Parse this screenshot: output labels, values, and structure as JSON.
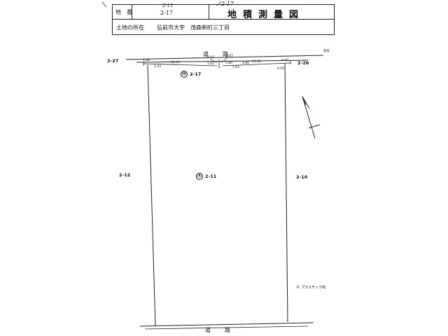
{
  "header": {
    "chiban_label": "地　番",
    "chiban_value": "2-17",
    "chiban_handwritten": "2-11",
    "location_label": "土地の所在",
    "location_value": "弘前市大字　茂森新町三丁目",
    "title": "地積測量図",
    "top_handwritten": "ノ2-17"
  },
  "drawing": {
    "road_top_label": "道　路",
    "road_bottom_label": "道　路",
    "parcel_top": {
      "marker": "⑮",
      "number": "2-17"
    },
    "parcel_main": {
      "marker": "Ⓐ",
      "number": "2-11"
    },
    "neighbor_left": "2-12",
    "neighbor_right": "2-10",
    "neighbor_top_left": "2-27",
    "neighbor_top_right": "2-26",
    "right_edge_note": "官有",
    "bottom_note": "P: プラスチック杭",
    "dim_labels": [
      "1.40",
      "2.43",
      "14.23",
      "0.47",
      "0.67",
      "1.62",
      "0.80",
      "1.62",
      "0.80",
      "11.62",
      "0.42",
      "0.56"
    ]
  },
  "colors": {
    "line": "#222222",
    "paper": "#ffffff"
  }
}
